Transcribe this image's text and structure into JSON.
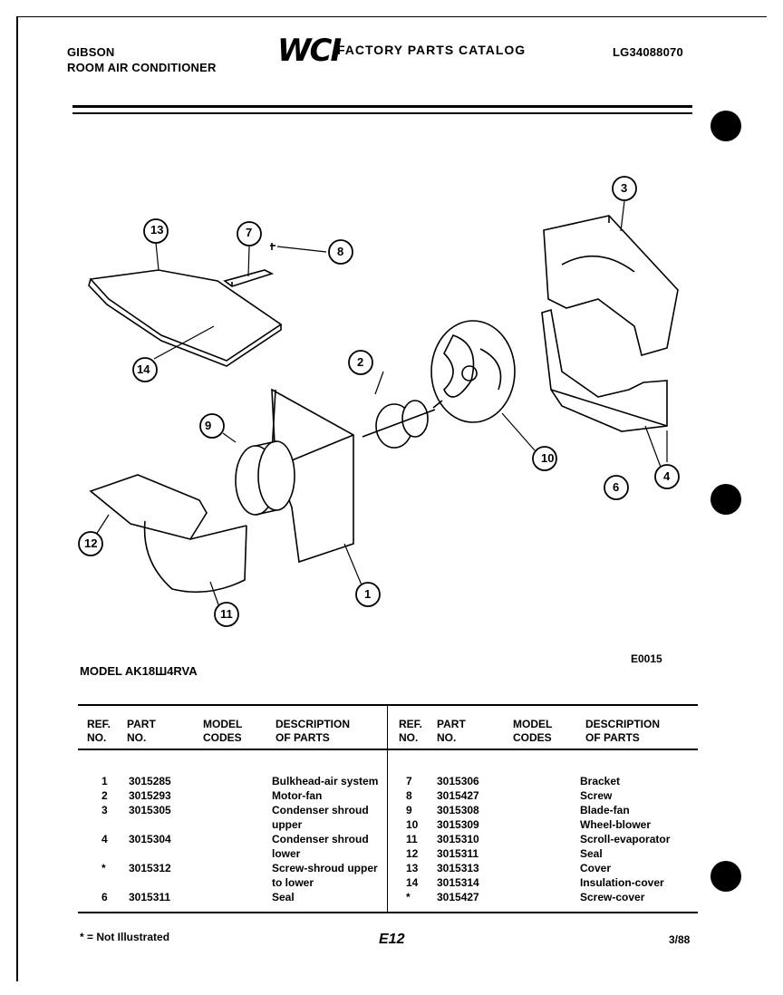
{
  "header": {
    "brand": "GIBSON",
    "product": "ROOM AIR CONDITIONER",
    "logo": "WCI",
    "catalog_title": "FACTORY PARTS CATALOG",
    "catalog_number": "LG34088070"
  },
  "diagram": {
    "model_label": "MODEL AK18Ш4RVA",
    "figure_code": "E0015",
    "callouts": [
      "1",
      "2",
      "3",
      "4",
      "6",
      "7",
      "8",
      "9",
      "10",
      "11",
      "12",
      "13",
      "14"
    ]
  },
  "table": {
    "headers": {
      "ref": "REF.",
      "ref2": "NO.",
      "part": "PART",
      "part2": "NO.",
      "model": "MODEL",
      "model2": "CODES",
      "desc": "DESCRIPTION",
      "desc2": "OF PARTS"
    },
    "left_rows": [
      {
        "ref": "1",
        "part": "3015285",
        "code": "",
        "desc": "Bulkhead-air system"
      },
      {
        "ref": "2",
        "part": "3015293",
        "code": "",
        "desc": "Motor-fan"
      },
      {
        "ref": "3",
        "part": "3015305",
        "code": "",
        "desc": "Condenser shroud"
      },
      {
        "ref": "",
        "part": "",
        "code": "",
        "desc": "upper"
      },
      {
        "ref": "4",
        "part": "3015304",
        "code": "",
        "desc": "Condenser shroud"
      },
      {
        "ref": "",
        "part": "",
        "code": "",
        "desc": "lower"
      },
      {
        "ref": "*",
        "part": "3015312",
        "code": "",
        "desc": "Screw-shroud upper"
      },
      {
        "ref": "",
        "part": "",
        "code": "",
        "desc": "to lower"
      },
      {
        "ref": "6",
        "part": "3015311",
        "code": "",
        "desc": "Seal"
      }
    ],
    "right_rows": [
      {
        "ref": "7",
        "part": "3015306",
        "code": "",
        "desc": "Bracket"
      },
      {
        "ref": "8",
        "part": "3015427",
        "code": "",
        "desc": "Screw"
      },
      {
        "ref": "9",
        "part": "3015308",
        "code": "",
        "desc": "Blade-fan"
      },
      {
        "ref": "10",
        "part": "3015309",
        "code": "",
        "desc": "Wheel-blower"
      },
      {
        "ref": "11",
        "part": "3015310",
        "code": "",
        "desc": "Scroll-evaporator"
      },
      {
        "ref": "12",
        "part": "3015311",
        "code": "",
        "desc": "Seal"
      },
      {
        "ref": "13",
        "part": "3015313",
        "code": "",
        "desc": "Cover"
      },
      {
        "ref": "14",
        "part": "3015314",
        "code": "",
        "desc": "Insulation-cover"
      },
      {
        "ref": "*",
        "part": "3015427",
        "code": "",
        "desc": "Screw-cover"
      }
    ]
  },
  "footer": {
    "note": "* = Not Illustrated",
    "page": "E12",
    "date": "3/88"
  }
}
